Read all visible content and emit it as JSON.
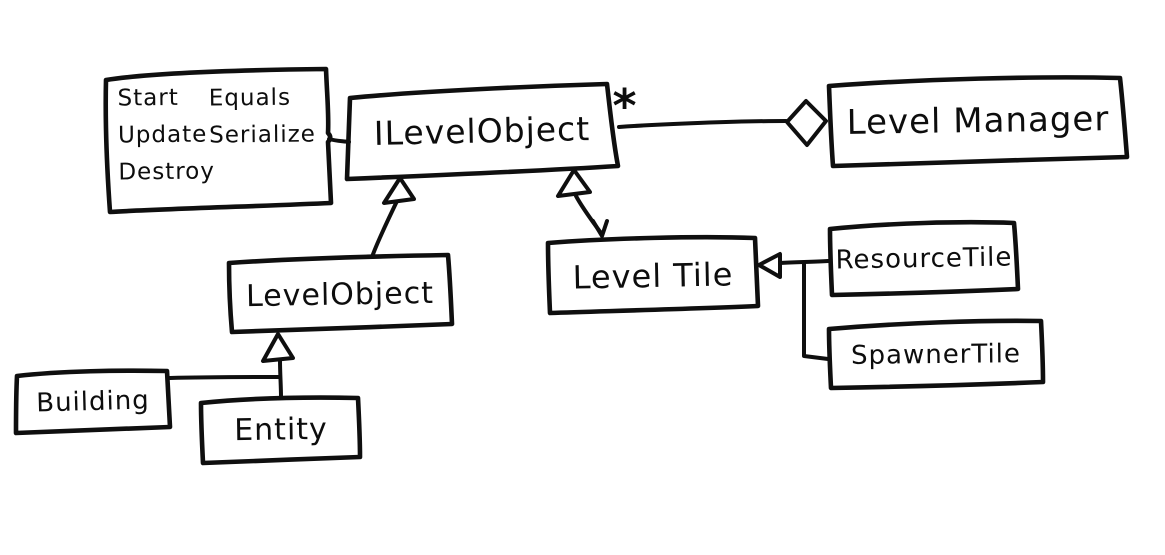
{
  "diagram": {
    "kind": "hand-drawn UML class diagram",
    "background_color": "#ffffff",
    "ink_color": "#0f0f0f"
  },
  "nodes": {
    "methods_note": {
      "left_column": [
        "Start",
        "Update",
        "Destroy"
      ],
      "right_column": [
        "Equals",
        "Serialize"
      ]
    },
    "ilevelobject": {
      "label": "ILevelObject"
    },
    "levelmanager": {
      "label": "Level Manager"
    },
    "levelobject": {
      "label": "LevelObject"
    },
    "leveltile": {
      "label": "Level Tile"
    },
    "resourcetile": {
      "label": "ResourceTile"
    },
    "spawnertile": {
      "label": "SpawnerTile"
    },
    "building": {
      "label": "Building"
    },
    "entity": {
      "label": "Entity"
    }
  },
  "annotations": {
    "multiplicity_star": "*"
  },
  "relationships": [
    {
      "from": "ILevelObject",
      "to": "LevelManager",
      "type": "aggregation",
      "multiplicity": "*"
    },
    {
      "from": "LevelObject",
      "to": "ILevelObject",
      "type": "inheritance"
    },
    {
      "from": "LevelTile",
      "to": "ILevelObject",
      "type": "inheritance"
    },
    {
      "from": "ResourceTile",
      "to": "LevelTile",
      "type": "inheritance"
    },
    {
      "from": "SpawnerTile",
      "to": "LevelTile",
      "type": "inheritance"
    },
    {
      "from": "Building",
      "to": "LevelObject",
      "type": "inheritance"
    },
    {
      "from": "Entity",
      "to": "LevelObject",
      "type": "inheritance"
    },
    {
      "from": "methods-note",
      "to": "ILevelObject",
      "type": "attached-note"
    }
  ]
}
